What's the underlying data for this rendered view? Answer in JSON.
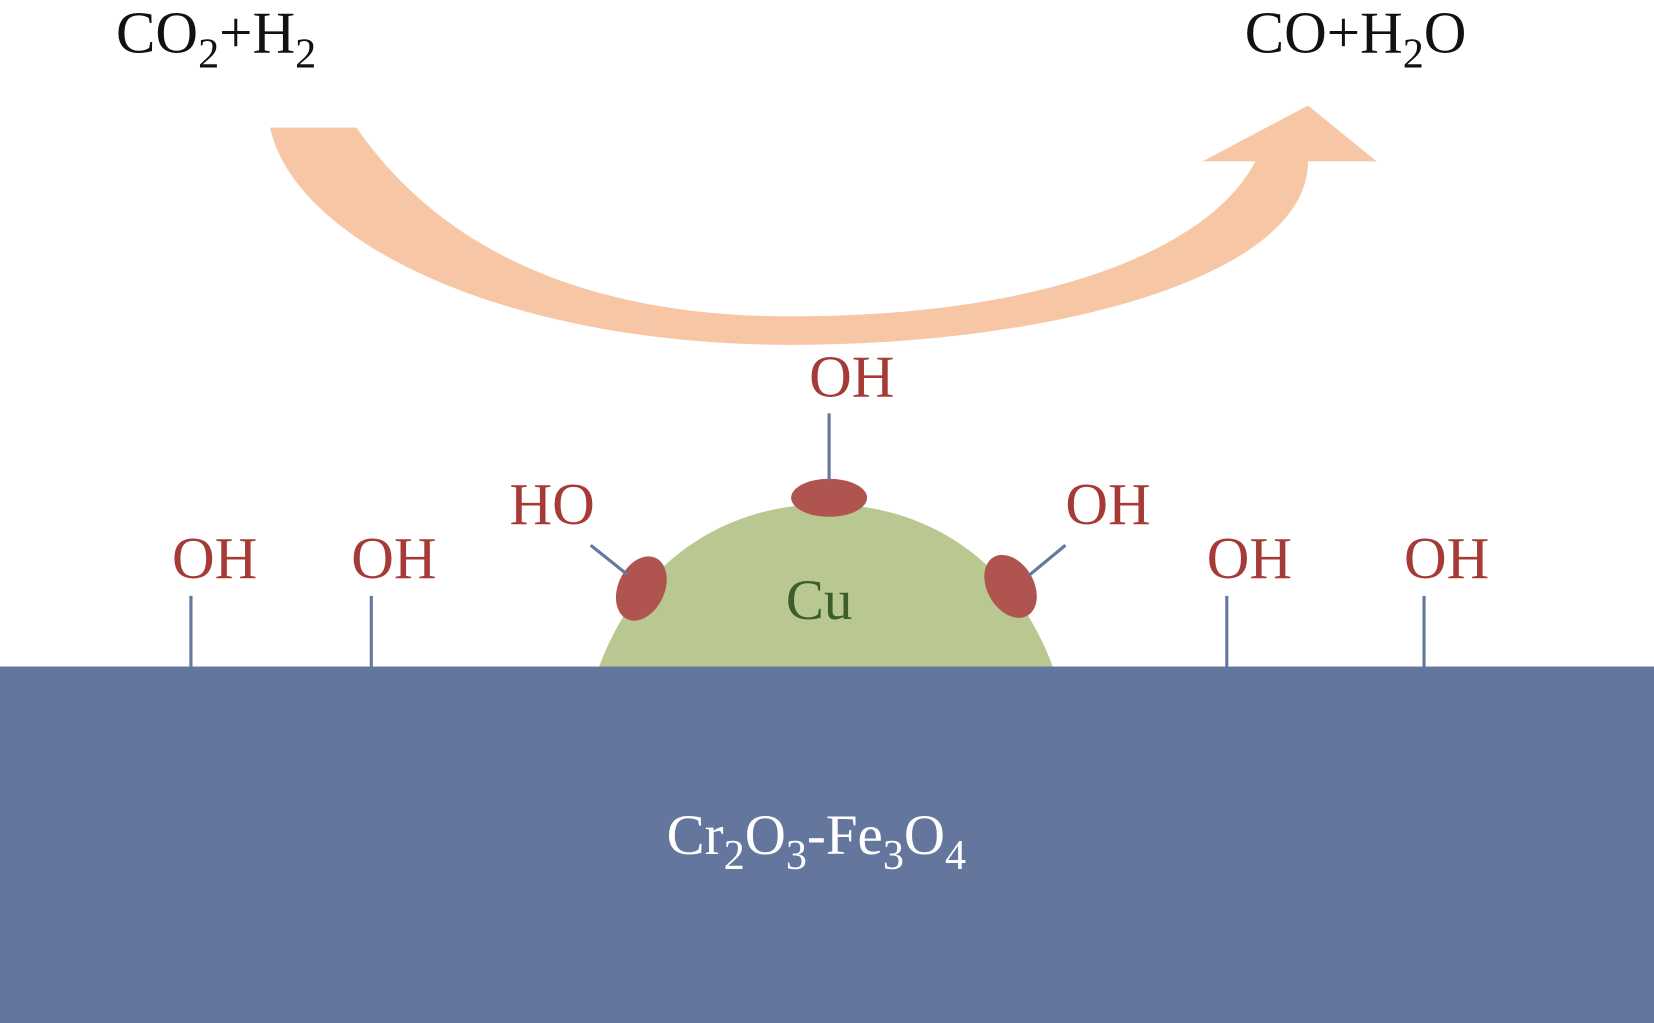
{
  "reactants": {
    "main": "CO",
    "sub1": "2",
    "plus": "+H",
    "sub2": "2"
  },
  "products": {
    "main": "CO+H",
    "sub1": "2",
    "tail": "O"
  },
  "particle_label": "Cu",
  "support": {
    "p1": "Cr",
    "s1": "2",
    "p2": "O",
    "s2": "3",
    "p3": "-Fe",
    "s3": "3",
    "p4": "O",
    "s4": "4"
  },
  "hydroxyls": {
    "top": "OH",
    "cu_left": "HO",
    "cu_right": "OH",
    "surface": [
      "OH",
      "OH",
      "OH",
      "OH"
    ]
  },
  "colors": {
    "support": "#64769d",
    "copper": "#b9c790",
    "adsorbate": "#b05450",
    "arrow": "#f7c6a5",
    "bond": "#6478a0",
    "hydroxyl_text": "#a63a36",
    "cu_text": "#3d5e2c"
  }
}
